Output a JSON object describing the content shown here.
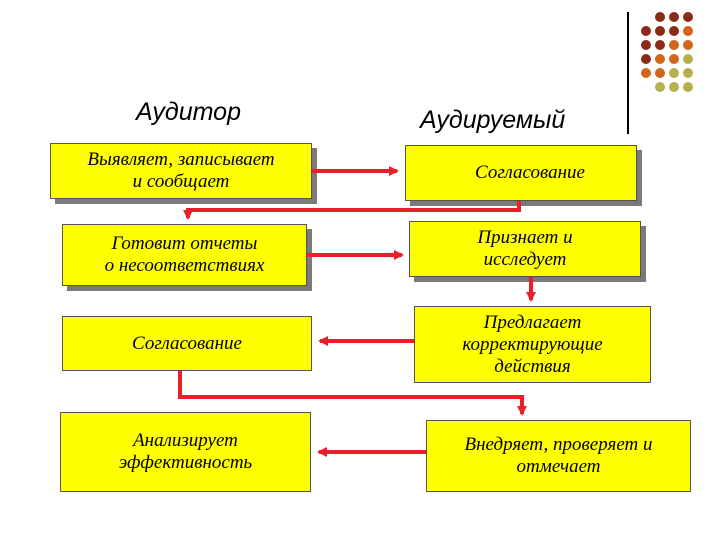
{
  "headings": {
    "auditor": "Аудитор",
    "auditee": "Аудируемый"
  },
  "boxes": {
    "identify": "Выявляет, записывает\nи сообщает",
    "agree_top": "Согласование",
    "prepare": "Готовит отчеты\nо несоответствиях",
    "admit": "Признает и\nисследует",
    "agree_mid": "Согласование",
    "propose": "Предлагает\nкорректирующие\nдействия",
    "analyze": "Анализирует\nэффективность",
    "implement": "Внедряет, проверяет и\nотмечает"
  },
  "colors": {
    "box_fill": "#ffff00",
    "arrow": "#e8202a",
    "dot_dark": "#8b2a18",
    "dot_orange": "#d2641c",
    "dot_olive": "#b5b04c"
  }
}
